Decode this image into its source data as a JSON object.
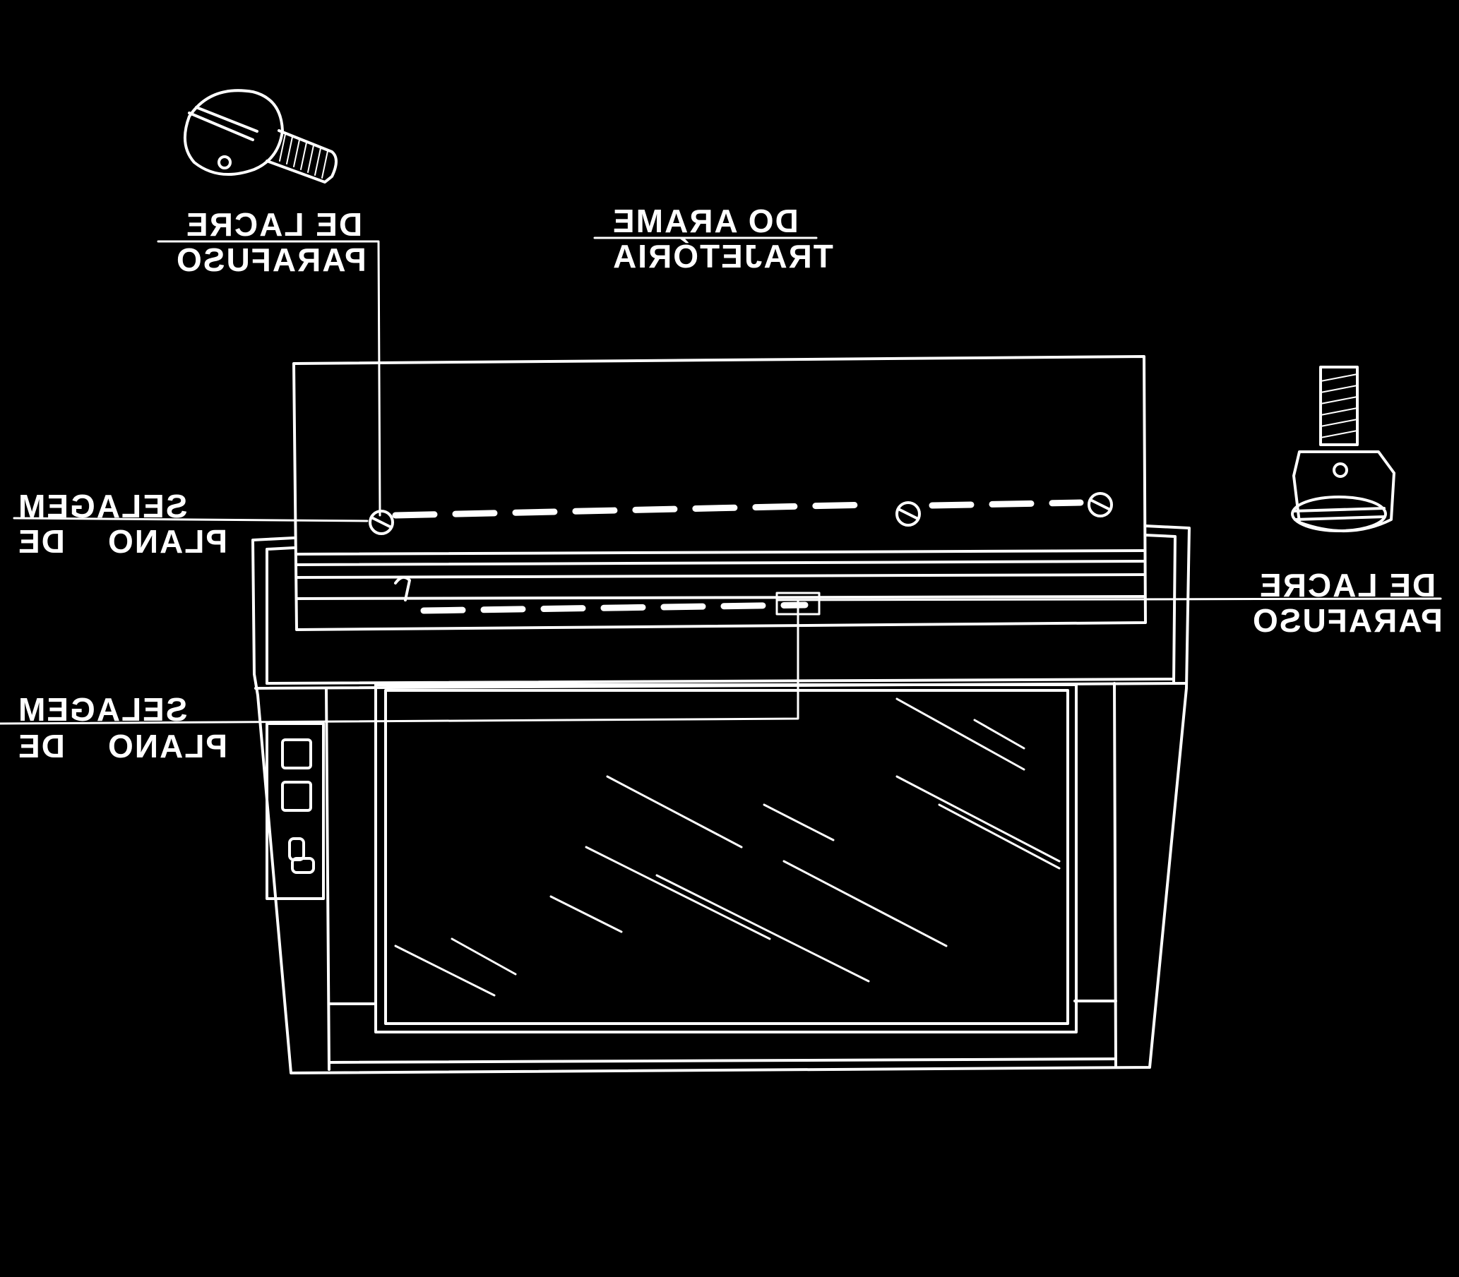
{
  "figure": {
    "labels": {
      "screw_top_left": {
        "line1": "DE LACRE",
        "line2": "PARAFUSO"
      },
      "wire_path": {
        "line1": "DO ARAME",
        "line2": "TRAJETÓRIA"
      },
      "screw_right": {
        "line1": "DE LACRE",
        "line2": "PARAFUSO"
      },
      "seal_plane_upper": {
        "line1": "SELAGEM",
        "line2": "PLANO    DE"
      },
      "seal_plane_lower": {
        "line1": "SELAGEM",
        "line2": "PLANO    DE"
      }
    },
    "colors": {
      "background": "#000000",
      "ink": "#ffffff"
    },
    "icons": [
      "seal-screw-icon",
      "seal-screw-icon"
    ]
  }
}
